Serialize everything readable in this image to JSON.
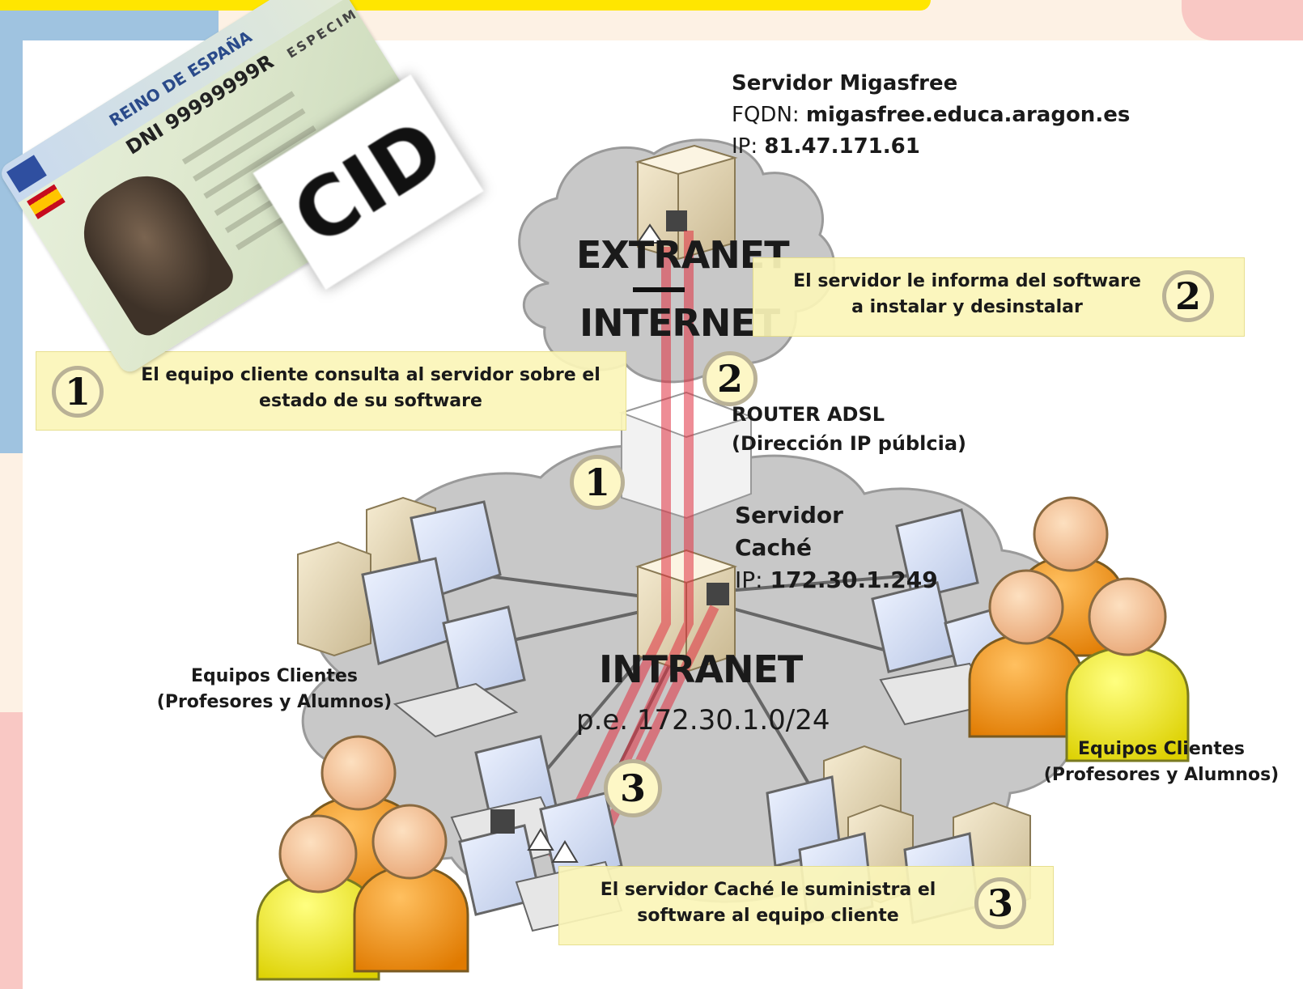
{
  "server_migasfree": {
    "title": "Servidor Migasfree",
    "fqdn_label": "FQDN: ",
    "fqdn_value": "migasfree.educa.aragon.es",
    "ip_label": "IP: ",
    "ip_value": "81.47.171.61"
  },
  "cloud_extranet": {
    "line1": "EXTRANET",
    "line2": "INTERNET"
  },
  "router": {
    "title": "ROUTER ADSL",
    "subtitle": "(Dirección IP públcia)"
  },
  "server_cache": {
    "title_line1": "Servidor",
    "title_line2": "Caché",
    "ip_label": "IP: ",
    "ip_value": "172.30.1.249"
  },
  "cloud_intranet": {
    "line1": "INTRANET",
    "line2": "p.e. 172.30.1.0/24"
  },
  "clients_left": {
    "line1": "Equipos Clientes",
    "line2": "(Profesores y Alumnos)"
  },
  "clients_right": {
    "line1": "Equipos Clientes",
    "line2": "(Profesores y Alumnos)"
  },
  "callouts": {
    "step1": {
      "number": "1",
      "line1": "El equipo cliente consulta al servidor sobre el",
      "line2": "estado de su software"
    },
    "step2": {
      "number": "2",
      "line1": "El servidor le informa del software",
      "line2": "a instalar y desinstalar"
    },
    "step3": {
      "number": "3",
      "line1": "El servidor Caché le suministra el",
      "line2": "software al equipo cliente"
    }
  },
  "path_badges": [
    "1",
    "2",
    "3"
  ],
  "id_card": {
    "country": "REINO DE ESPAÑA",
    "dni": "DNI 99999999R",
    "specimen": "ESPECIMEN",
    "cid_label": "CID"
  },
  "colors": {
    "cloud": "#c9c9c9",
    "callout": "#fbf6b9",
    "path_red": "#e03040",
    "person_orange": "#f59a1a",
    "person_yellow": "#f2ea2a",
    "head": "#f5c49a"
  }
}
